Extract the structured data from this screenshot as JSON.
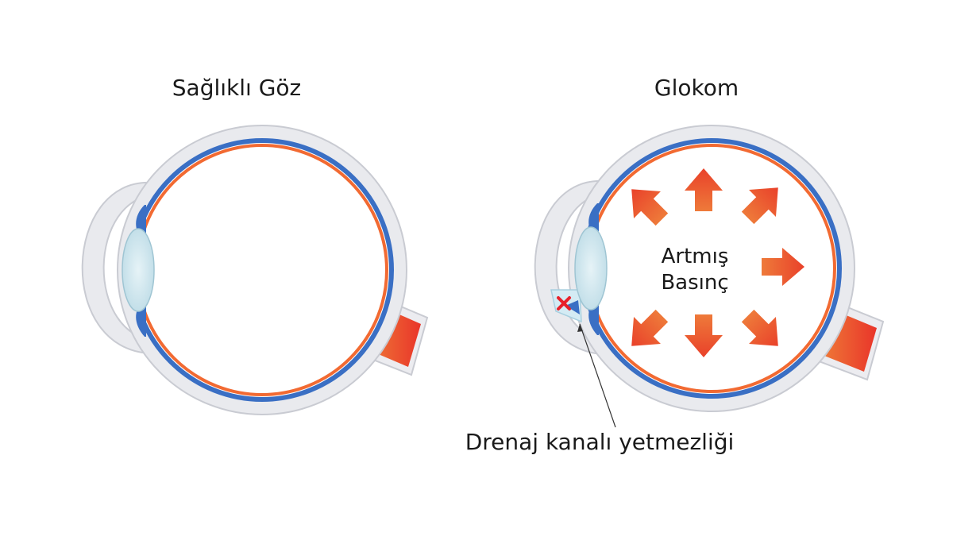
{
  "healthy_eye": {
    "title": "Sağlıklı Göz"
  },
  "glaucoma_eye": {
    "title": "Glokom",
    "pressure_label_line1": "Artmış",
    "pressure_label_line2": "Basınç",
    "drainage_label": "Drenaj kanalı yetmezliği"
  },
  "colors": {
    "sclera_fill": "#e9eaee",
    "sclera_stroke": "#c9cbd2",
    "choroid": "#3a6fc4",
    "retina": "#f26a32",
    "lens": "#cfe6ee",
    "optic_nerve": "#ef5a2e",
    "arrow": "#f0522a",
    "blocked_mark": "#e8212b"
  }
}
